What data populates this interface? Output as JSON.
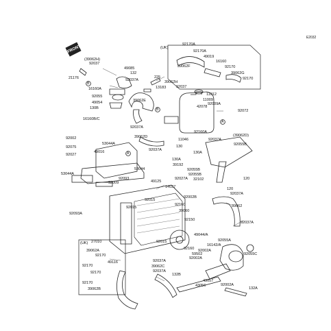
{
  "diagram": {
    "code": "E2032",
    "front_label": "FRONT",
    "marker_a": "A",
    "marker_b": "B",
    "variant_uk": "(UK)",
    "parts": {
      "p92037_top": "92037",
      "p39062H_top": "(39062H)",
      "p49085": "49085",
      "p132_top": "132",
      "p21176": "21176",
      "p92037A_1": "92037A",
      "p16160A": "16160A",
      "p92055": "92055",
      "p49054": "49054",
      "p130B": "130B",
      "p16160BC": "16160B/C",
      "p225": "225",
      "p13183": "13183",
      "p39062H_mid": "39062H",
      "p92037_mid": "92037",
      "p39062E": "39062E",
      "p92037A_2": "92037A",
      "p39062D": "39062D",
      "p92037A_3": "92037A",
      "p92002": "92002",
      "p53044A": "53044A",
      "p92075": "92075",
      "p49016": "49016",
      "p92027": "92027",
      "p53044": "53044",
      "p53044A_l": "53044A",
      "p92093": "92093",
      "p92009": "92009",
      "p49125": "49125",
      "p14037": "14037",
      "p92015_1": "92015",
      "p92093A": "92093A",
      "p92015_2": "92015",
      "p92160_1": "92160",
      "p39060": "39060",
      "p92150": "92150",
      "p92002B": "92002B",
      "p27010": "27010",
      "p92015_3": "92015",
      "p92160_2": "92160",
      "p59502": "59502",
      "p49044A": "49044/A",
      "p92170A_uk": "92170A",
      "p92170A_uk2": "92170A",
      "p49019": "49019",
      "p39062F": "39062F",
      "p16160": "16160",
      "p92170_uk": "92170",
      "p39062G": "39062G",
      "p92170_uk2": "92170",
      "p11012": "11012",
      "p11009": "11009",
      "p92009A": "92009A",
      "p42078": "42078",
      "p92072": "92072",
      "p92160A": "92160A",
      "p39062D_r": "(39062D)",
      "p11046": "11046",
      "p92037A_r": "92037A",
      "p130": "130",
      "p92055B": "92055B",
      "p130A": "130A",
      "p130A_2": "130A",
      "p39192": "39192",
      "p92055B_2": "92055B",
      "p92055B_3": "92055B",
      "p92027A": "92027A",
      "p32102": "32102",
      "p120_r": "120",
      "p120_2": "120",
      "p92037A_r2": "92037A",
      "p39062": "39062",
      "p92037A_r3": "92037A",
      "p92055A": "92055A",
      "p16142A": "16142/A",
      "p92002A_1": "92002A",
      "p92055C": "92055C",
      "p92002A_2": "92002A",
      "p92037A_b1": "92037A",
      "p39062C": "39062C",
      "p92037A_b2": "92037A",
      "p132B": "132B",
      "p43057": "43057",
      "p43056": "43056",
      "p92002A_3": "92002A",
      "p132A": "132A",
      "p39062A_uk": "39062A",
      "p92170_b": "92170",
      "p49116": "49116",
      "p92170_b2": "92170",
      "p92170_b3": "92170",
      "p92170_b4": "92170",
      "p39062B": "39062B"
    }
  }
}
